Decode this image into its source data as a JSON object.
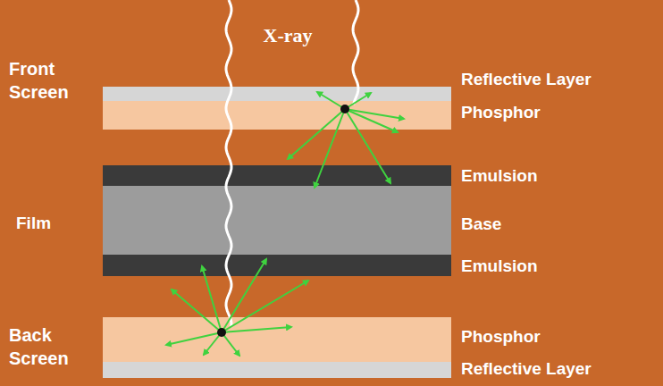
{
  "diagram": {
    "labels": [
      "X-ray",
      "Front Screen",
      "Film",
      "Back Screen",
      "Reflective Layer",
      "Phosphor",
      "Emulsion",
      "Base",
      "Emulsion",
      "Phosphor",
      "Reflective Layer"
    ]
  }
}
